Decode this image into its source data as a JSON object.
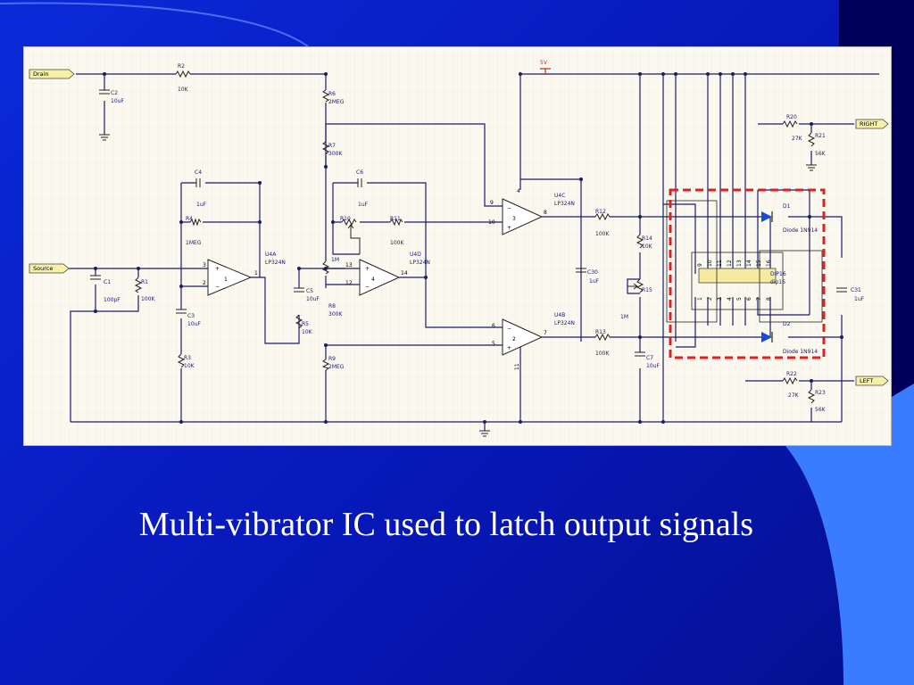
{
  "slide": {
    "caption": "Multi-vibrator IC used to latch output signals",
    "colors": {
      "background": "#0718b8",
      "accent_dark": "#00005a",
      "accent_light": "#3a7cff",
      "highlight_box": "#e02020"
    }
  },
  "schematic": {
    "ports": {
      "drain": "Drain",
      "source": "Source",
      "right": "RIGHT",
      "left": "LEFT",
      "supply": "5V"
    },
    "components": [
      {
        "id": "r2",
        "ref": "R2",
        "value": "10K"
      },
      {
        "id": "c2",
        "ref": "C2",
        "value": "10uF"
      },
      {
        "id": "r6",
        "ref": "R6",
        "value": "2MEG"
      },
      {
        "id": "r7",
        "ref": "R7",
        "value": "300K"
      },
      {
        "id": "c4",
        "ref": "C4",
        "value": "1uF"
      },
      {
        "id": "r4",
        "ref": "R4",
        "value": "1MEG"
      },
      {
        "id": "c6",
        "ref": "C6",
        "value": "1uF"
      },
      {
        "id": "r10",
        "ref": "R10",
        "value": "1M"
      },
      {
        "id": "r11",
        "ref": "R11",
        "value": "100K"
      },
      {
        "id": "c1",
        "ref": "C1",
        "value": "100pF"
      },
      {
        "id": "r1",
        "ref": "R1",
        "value": "100K"
      },
      {
        "id": "c3",
        "ref": "C3",
        "value": "10uF"
      },
      {
        "id": "r3",
        "ref": "R3",
        "value": "10K"
      },
      {
        "id": "c5",
        "ref": "C5",
        "value": "10uF"
      },
      {
        "id": "r5",
        "ref": "R5",
        "value": "10K"
      },
      {
        "id": "r8",
        "ref": "R8",
        "value": "300K"
      },
      {
        "id": "r9",
        "ref": "R9",
        "value": "2MEG"
      },
      {
        "id": "r12",
        "ref": "R12",
        "value": "100K"
      },
      {
        "id": "r13",
        "ref": "R13",
        "value": "100K"
      },
      {
        "id": "c30",
        "ref": "C30",
        "value": "1uF"
      },
      {
        "id": "r14",
        "ref": "R14",
        "value": "10K"
      },
      {
        "id": "r15",
        "ref": "R15",
        "value": "1M"
      },
      {
        "id": "c7",
        "ref": "C7",
        "value": "10uF"
      },
      {
        "id": "r20",
        "ref": "R20",
        "value": "27K"
      },
      {
        "id": "r21",
        "ref": "R21",
        "value": "56K"
      },
      {
        "id": "r22",
        "ref": "R22",
        "value": "27K"
      },
      {
        "id": "r23",
        "ref": "R23",
        "value": "56K"
      },
      {
        "id": "c31",
        "ref": "C31",
        "value": "1uF"
      },
      {
        "id": "d1",
        "ref": "D1",
        "value": "Diode 1N914"
      },
      {
        "id": "d2",
        "ref": "D2",
        "value": "Diode 1N914"
      },
      {
        "id": "dip16",
        "ref": "DIP16",
        "value": "dip16"
      }
    ],
    "opamps": [
      {
        "id": "u4a",
        "ref": "U4A",
        "part": "LP324N",
        "unit": "1",
        "pin_plus": "3",
        "pin_minus": "2",
        "pin_out": "1"
      },
      {
        "id": "u4d",
        "ref": "U4D",
        "part": "LP324N",
        "unit": "4",
        "pin_plus": "13",
        "pin_minus": "12",
        "pin_out": "14"
      },
      {
        "id": "u4c",
        "ref": "U4C",
        "part": "LP324N",
        "unit": "3",
        "pin_plus": "10",
        "pin_minus": "9",
        "pin_out": "8"
      },
      {
        "id": "u4b",
        "ref": "U4B",
        "part": "LP324N",
        "unit": "2",
        "pin_plus": "5",
        "pin_minus": "6",
        "pin_out": "7"
      }
    ],
    "opamp_power_pins": {
      "v_plus": "4",
      "v_minus": "11"
    },
    "dip_pins_top": [
      "9",
      "10",
      "11",
      "12",
      "13",
      "14",
      "15",
      "16"
    ],
    "dip_pins_bottom": [
      "8",
      "7",
      "6",
      "5",
      "4",
      "3",
      "2",
      "1"
    ],
    "r10_label": "1M"
  }
}
